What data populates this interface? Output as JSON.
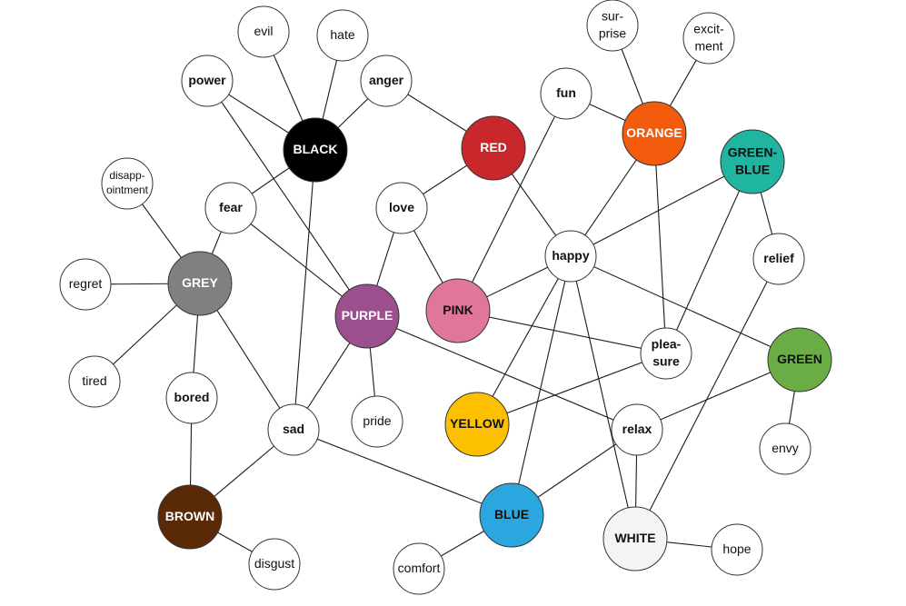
{
  "diagram": {
    "nodes": [
      {
        "id": "black",
        "label": "BLACK",
        "fill": "#000000",
        "text_color": "#ffffff",
        "bold": true,
        "size": "large"
      },
      {
        "id": "red",
        "label": "RED",
        "fill": "#c8282c",
        "text_color": "#ffffff",
        "bold": true,
        "size": "large"
      },
      {
        "id": "orange",
        "label": "ORANGE",
        "fill": "#f25a0c",
        "text_color": "#ffffff",
        "bold": true,
        "size": "large"
      },
      {
        "id": "greenblue",
        "label": "GREEN-\nBLUE",
        "fill": "#1fb5a0",
        "text_color": "#111111",
        "bold": true,
        "size": "large"
      },
      {
        "id": "grey",
        "label": "GREY",
        "fill": "#808080",
        "text_color": "#ffffff",
        "bold": true,
        "size": "large"
      },
      {
        "id": "purple",
        "label": "PURPLE",
        "fill": "#9b4f8c",
        "text_color": "#ffffff",
        "bold": true,
        "size": "large"
      },
      {
        "id": "pink",
        "label": "PINK",
        "fill": "#e0779a",
        "text_color": "#111111",
        "bold": true,
        "size": "large"
      },
      {
        "id": "green",
        "label": "GREEN",
        "fill": "#6aad45",
        "text_color": "#111111",
        "bold": true,
        "size": "large"
      },
      {
        "id": "yellow",
        "label": "YELLOW",
        "fill": "#fcc000",
        "text_color": "#111111",
        "bold": true,
        "size": "large"
      },
      {
        "id": "blue",
        "label": "BLUE",
        "fill": "#2ba7df",
        "text_color": "#111111",
        "bold": true,
        "size": "large"
      },
      {
        "id": "brown",
        "label": "BROWN",
        "fill": "#5a2a06",
        "text_color": "#ffffff",
        "bold": true,
        "size": "large"
      },
      {
        "id": "white",
        "label": "WHITE",
        "fill": "#f3f4f6",
        "text_color": "#111111",
        "bold": true,
        "size": "large"
      },
      {
        "id": "evil",
        "label": "evil",
        "fill": "#ffffff",
        "text_color": "#111111",
        "bold": false,
        "size": "small"
      },
      {
        "id": "hate",
        "label": "hate",
        "fill": "#ffffff",
        "text_color": "#111111",
        "bold": false,
        "size": "small"
      },
      {
        "id": "power",
        "label": "power",
        "fill": "#ffffff",
        "text_color": "#111111",
        "bold": true,
        "size": "small"
      },
      {
        "id": "anger",
        "label": "anger",
        "fill": "#ffffff",
        "text_color": "#111111",
        "bold": true,
        "size": "small"
      },
      {
        "id": "fun",
        "label": "fun",
        "fill": "#ffffff",
        "text_color": "#111111",
        "bold": true,
        "size": "small"
      },
      {
        "id": "surprise",
        "label": "sur-\nprise",
        "fill": "#ffffff",
        "text_color": "#111111",
        "bold": false,
        "size": "small"
      },
      {
        "id": "excitement",
        "label": "excit-\nment",
        "fill": "#ffffff",
        "text_color": "#111111",
        "bold": false,
        "size": "small"
      },
      {
        "id": "disappointment",
        "label": "disapp-\nointment",
        "fill": "#ffffff",
        "text_color": "#111111",
        "bold": false,
        "size": "small",
        "small_font": true
      },
      {
        "id": "fear",
        "label": "fear",
        "fill": "#ffffff",
        "text_color": "#111111",
        "bold": true,
        "size": "small"
      },
      {
        "id": "love",
        "label": "love",
        "fill": "#ffffff",
        "text_color": "#111111",
        "bold": true,
        "size": "small"
      },
      {
        "id": "happy",
        "label": "happy",
        "fill": "#ffffff",
        "text_color": "#111111",
        "bold": true,
        "size": "small",
        "stroke": "#5b7bb0"
      },
      {
        "id": "relief",
        "label": "relief",
        "fill": "#ffffff",
        "text_color": "#111111",
        "bold": true,
        "size": "small"
      },
      {
        "id": "regret",
        "label": "regret",
        "fill": "#ffffff",
        "text_color": "#111111",
        "bold": false,
        "size": "small"
      },
      {
        "id": "pleasure",
        "label": "plea-\nsure",
        "fill": "#ffffff",
        "text_color": "#111111",
        "bold": true,
        "size": "small"
      },
      {
        "id": "tired",
        "label": "tired",
        "fill": "#ffffff",
        "text_color": "#111111",
        "bold": false,
        "size": "small"
      },
      {
        "id": "bored",
        "label": "bored",
        "fill": "#ffffff",
        "text_color": "#111111",
        "bold": true,
        "size": "small"
      },
      {
        "id": "sad",
        "label": "sad",
        "fill": "#ffffff",
        "text_color": "#111111",
        "bold": true,
        "size": "small"
      },
      {
        "id": "pride",
        "label": "pride",
        "fill": "#ffffff",
        "text_color": "#111111",
        "bold": false,
        "size": "small"
      },
      {
        "id": "relax",
        "label": "relax",
        "fill": "#ffffff",
        "text_color": "#111111",
        "bold": true,
        "size": "small"
      },
      {
        "id": "envy",
        "label": "envy",
        "fill": "#ffffff",
        "text_color": "#111111",
        "bold": false,
        "size": "small"
      },
      {
        "id": "disgust",
        "label": "disgust",
        "fill": "#ffffff",
        "text_color": "#111111",
        "bold": false,
        "size": "small"
      },
      {
        "id": "comfort",
        "label": "comfort",
        "fill": "#ffffff",
        "text_color": "#111111",
        "bold": false,
        "size": "small"
      },
      {
        "id": "hope",
        "label": "hope",
        "fill": "#ffffff",
        "text_color": "#111111",
        "bold": false,
        "size": "small"
      }
    ],
    "edges": [
      [
        "black",
        "evil"
      ],
      [
        "black",
        "hate"
      ],
      [
        "black",
        "power"
      ],
      [
        "black",
        "anger"
      ],
      [
        "black",
        "fear"
      ],
      [
        "black",
        "sad"
      ],
      [
        "anger",
        "red"
      ],
      [
        "red",
        "love"
      ],
      [
        "red",
        "happy"
      ],
      [
        "fun",
        "orange"
      ],
      [
        "fun",
        "pink"
      ],
      [
        "orange",
        "surprise"
      ],
      [
        "orange",
        "excitement"
      ],
      [
        "orange",
        "happy"
      ],
      [
        "orange",
        "pleasure"
      ],
      [
        "greenblue",
        "happy"
      ],
      [
        "greenblue",
        "relief"
      ],
      [
        "greenblue",
        "pleasure"
      ],
      [
        "power",
        "purple"
      ],
      [
        "fear",
        "grey"
      ],
      [
        "fear",
        "purple"
      ],
      [
        "grey",
        "disappointment"
      ],
      [
        "grey",
        "regret"
      ],
      [
        "grey",
        "tired"
      ],
      [
        "grey",
        "bored"
      ],
      [
        "grey",
        "sad"
      ],
      [
        "love",
        "purple"
      ],
      [
        "love",
        "pink"
      ],
      [
        "purple",
        "sad"
      ],
      [
        "purple",
        "pride"
      ],
      [
        "purple",
        "relax"
      ],
      [
        "pink",
        "happy"
      ],
      [
        "pink",
        "pleasure"
      ],
      [
        "happy",
        "green"
      ],
      [
        "happy",
        "yellow"
      ],
      [
        "happy",
        "blue"
      ],
      [
        "happy",
        "white"
      ],
      [
        "pleasure",
        "yellow"
      ],
      [
        "green",
        "relax"
      ],
      [
        "green",
        "envy"
      ],
      [
        "relief",
        "white"
      ],
      [
        "relax",
        "blue"
      ],
      [
        "relax",
        "white"
      ],
      [
        "bored",
        "brown"
      ],
      [
        "sad",
        "brown"
      ],
      [
        "sad",
        "blue"
      ],
      [
        "brown",
        "disgust"
      ],
      [
        "blue",
        "comfort"
      ],
      [
        "white",
        "hope"
      ]
    ]
  }
}
